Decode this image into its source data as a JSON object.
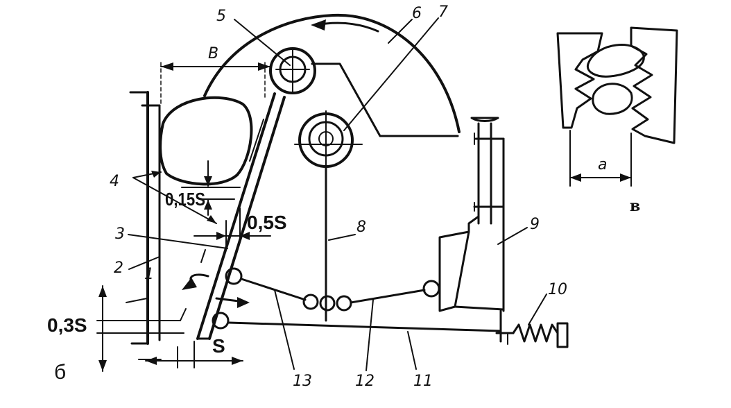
{
  "diagram": {
    "part_numbers": [
      "1",
      "2",
      "3",
      "4",
      "5",
      "6",
      "7",
      "8",
      "9",
      "10",
      "11",
      "12",
      "13"
    ],
    "dimension_B": "B",
    "dim_015s": "0,15S",
    "dim_05s": "0,5S",
    "dim_03s": "0,3S",
    "dim_s": "S",
    "view_b_label": "б",
    "detail_dim_a": "a",
    "view_v_label": "в"
  },
  "colors": {
    "ink": "#111111",
    "paper": "#ffffff"
  }
}
